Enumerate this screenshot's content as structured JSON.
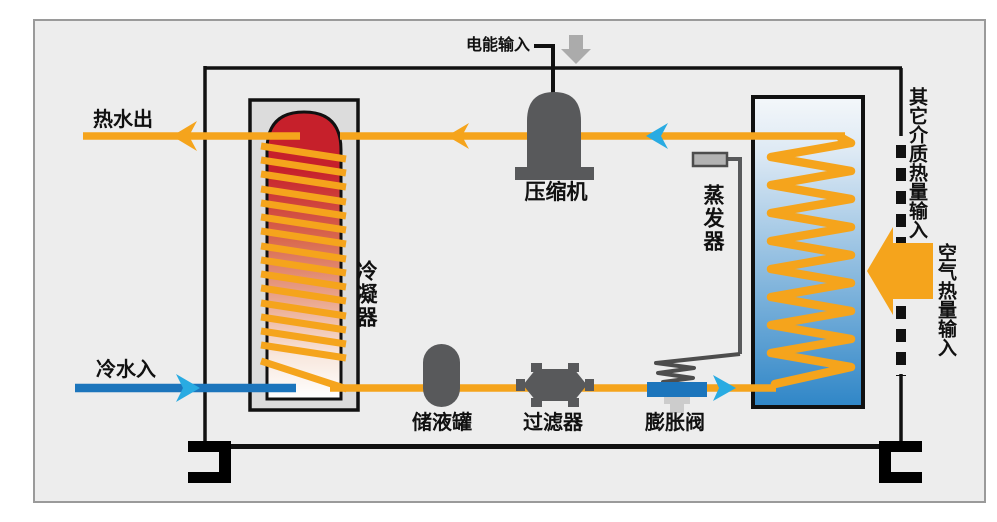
{
  "diagram": {
    "type": "heat-pump-water-heater-schematic",
    "labels": {
      "hot_water_out": "热水出",
      "cold_water_in": "冷水入",
      "electric_input": "电能输入",
      "compressor": "压缩机",
      "condenser": "冷凝器",
      "evaporator": "蒸发器",
      "receiver_tank": "储液罐",
      "filter": "过滤器",
      "expansion_valve": "膨胀阀",
      "other_medium_heat_input": "其它介质热量输入",
      "air_heat_input": "空气热量输入"
    },
    "colors": {
      "pipe_orange": "#F5A41C",
      "water_blue": "#1C75BC",
      "flow_arrow_blue": "#29ABE2",
      "component_gray": "#58595B",
      "electric_arrow_gray": "#ABABAB",
      "condenser_hot_red": "#C6202B",
      "evaporator_cold_blue": "#2F86C7",
      "panel_background": "#EDEDED",
      "outline_black": "#111111"
    }
  }
}
